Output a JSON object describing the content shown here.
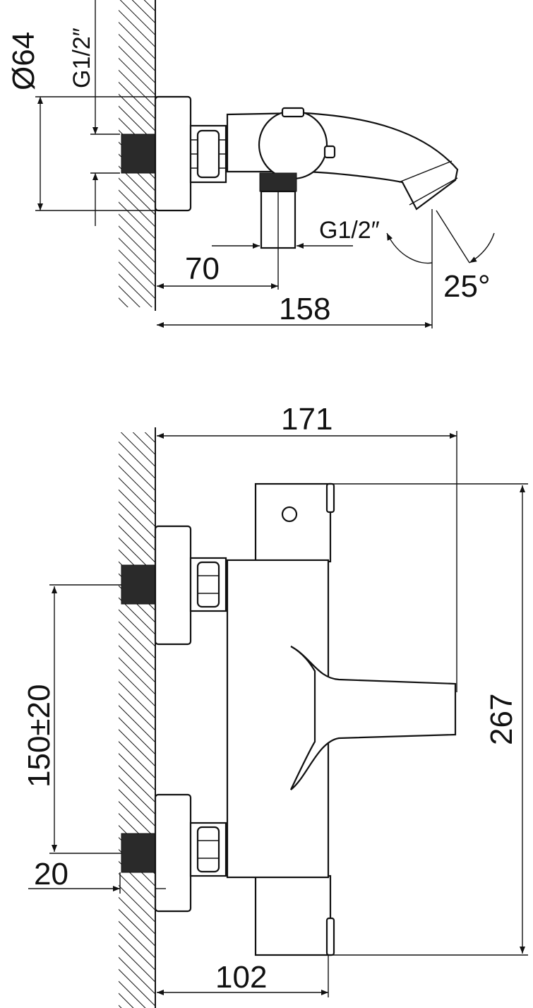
{
  "top_view": {
    "diameter_label": "Ø64",
    "inlet_thread_label": "G1/2″",
    "outlet_thread_label": "G1/2″",
    "outlet_offset_label": "70",
    "projection_label": "158",
    "spout_angle_label": "25°"
  },
  "front_view": {
    "width_label": "171",
    "inlet_spacing_label": "150±20",
    "pipe_length_label": "20",
    "height_label": "267",
    "depth_label": "102"
  }
}
